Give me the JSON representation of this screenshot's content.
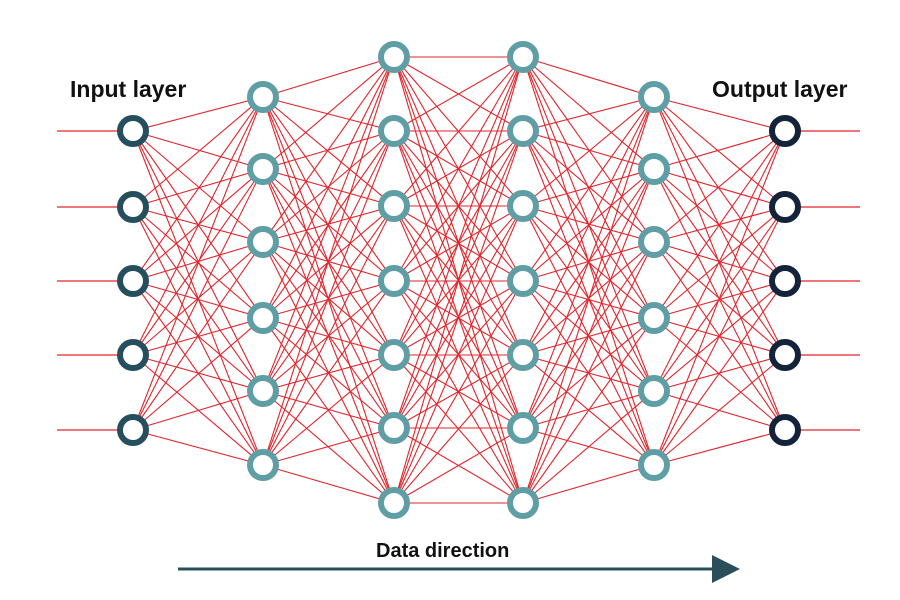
{
  "labels": {
    "input_layer": "Input layer",
    "output_layer": "Output layer",
    "data_direction": "Data direction"
  },
  "network": {
    "layer_sizes": [
      5,
      6,
      7,
      7,
      6,
      5
    ],
    "connectivity": "fully-connected",
    "has_input_lines": true,
    "has_output_lines": true
  },
  "colors": {
    "connection": "#e0242b",
    "io_lines": "#e0242b",
    "node_input": "#264f5e",
    "node_hidden": "#5f9ea5",
    "node_output": "#13233a",
    "node_fill": "#ffffff",
    "arrow": "#2a4f5a",
    "text": "#111111"
  }
}
